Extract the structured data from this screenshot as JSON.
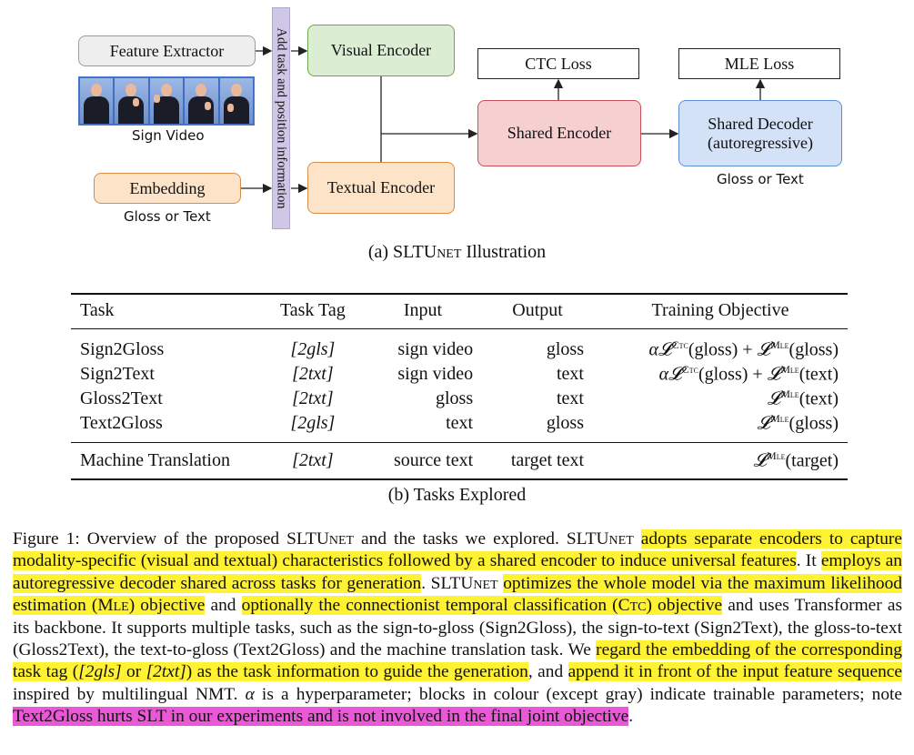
{
  "diagram": {
    "feature_extractor": "Feature Extractor",
    "sign_video_label": "Sign Video",
    "embedding": "Embedding",
    "gloss_or_text_input": "Gloss or Text",
    "task_bar_label": "Add task and position information",
    "visual_encoder": "Visual Encoder",
    "textual_encoder": "Textual Encoder",
    "shared_encoder": "Shared Encoder",
    "ctc_loss": "CTC Loss",
    "mle_loss": "MLE Loss",
    "shared_decoder_line1": "Shared Decoder",
    "shared_decoder_line2": "(autoregressive)",
    "gloss_or_text_output": "Gloss or Text"
  },
  "caption_a": {
    "prefix": "(a) SLTU",
    "sc": "net",
    "suffix": " Illustration"
  },
  "caption_b": "(b)  Tasks Explored",
  "table": {
    "headers": [
      "Task",
      "Task Tag",
      "Input",
      "Output",
      "Training Objective"
    ],
    "rows": [
      {
        "task": "Sign2Gloss",
        "tag": "[2gls]",
        "input": "sign video",
        "output": "gloss"
      },
      {
        "task": "Sign2Text",
        "tag": "[2txt]",
        "input": "sign video",
        "output": "text"
      },
      {
        "task": "Gloss2Text",
        "tag": "[2txt]",
        "input": "gloss",
        "output": "text"
      },
      {
        "task": "Text2Gloss",
        "tag": "[2gls]",
        "input": "text",
        "output": "gloss"
      },
      {
        "task": "Machine Translation",
        "tag": "[2txt]",
        "input": "source text",
        "output": "target text"
      }
    ]
  },
  "figure_caption": {
    "s1": "Figure 1:  Overview of the proposed SLTU",
    "net": "net",
    "s2": " and the tasks we explored. SLTU",
    "s3": " ",
    "h1": "adopts separate encoders to capture modality-specific (visual and textual) characteristics followed by a shared encoder to induce universal features",
    "s4": ". It ",
    "h2": "employs an autoregressive decoder shared across tasks for generation",
    "s5": ". SLTU",
    "s6": " ",
    "h3": "optimizes the whole model via the maximum likelihood estimation (M",
    "h3b": "le",
    "h3c": ") objective",
    "s7": " and ",
    "h4": "optionally the connectionist temporal classification (C",
    "h4b": "tc",
    "h4c": ") objective",
    "s8": " and uses Transformer as its backbone. It supports multiple tasks, such as the sign-to-gloss (Sign2Gloss), the sign-to-text (Sign2Text), the gloss-to-text (Gloss2Text), the text-to-gloss (Text2Gloss) and the machine translation task. We ",
    "h5": "regard the embedding of the corresponding task tag (",
    "h5i1": "[2gls]",
    "h5m": " or ",
    "h5i2": "[2txt]",
    "h5e": ") as the task information to guide the generation",
    "s9": ", and ",
    "h6": "append it in front of the input feature sequence",
    "s10": " inspired by multilingual NMT. ",
    "alpha": "α",
    "s11": " is a hyperparameter; blocks in colour (except gray) indicate trainable parameters; note ",
    "p1": "Text2Gloss hurts SLT in our experiments and is not involved in the final joint objective",
    "s12": "."
  },
  "colors": {
    "highlight_yellow": "#fff233",
    "highlight_magenta": "#ea58d8",
    "gray_box": "#eeeeee",
    "orange_box": "#fde3c8",
    "green_box": "#dbeed3",
    "red_box": "#f6cfd1",
    "blue_box": "#d3e2f7",
    "task_bar": "#cfc7e6"
  }
}
